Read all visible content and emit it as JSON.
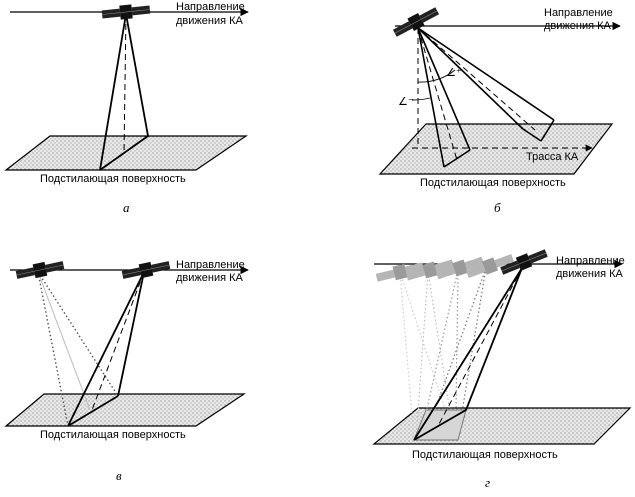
{
  "panels": {
    "a": {
      "caption": "а",
      "direction_line1": "Направление",
      "direction_line2": "движения КА",
      "surface_label": "Подстилающая поверхность"
    },
    "b": {
      "caption": "б",
      "direction_line1": "Направление",
      "direction_line2": "движения КА",
      "surface_label": "Подстилающая поверхность",
      "track_label": "Трасса КА",
      "angle_plus": "∠⁺",
      "angle_minus": "∠⁻"
    },
    "v": {
      "caption": "в",
      "direction_line1": "Направление",
      "direction_line2": "движения КА",
      "surface_label": "Подстилающая поверхность"
    },
    "g": {
      "caption": "г",
      "direction_line1": "Направление",
      "direction_line2": "движения КА",
      "surface_label": "Подстилающая поверхность"
    }
  },
  "colors": {
    "line": "#000000",
    "surface_fill": "#e6e6e6",
    "ghost_satellite": "#b3b3b3"
  },
  "icons": [
    "satellite-icon"
  ]
}
